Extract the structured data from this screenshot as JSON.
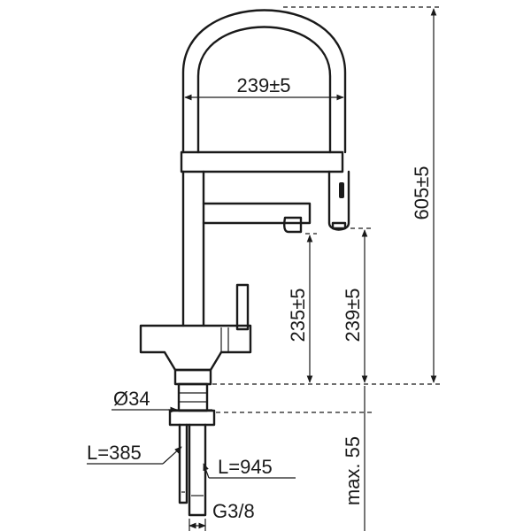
{
  "dimensions": {
    "arc_width": "239±5",
    "total_height": "605±5",
    "spout_height": "235±5",
    "outlet_height": "239±5",
    "base_diameter": "Ø34",
    "hose_short": "L=385",
    "hose_long": "L=945",
    "max_thickness": "max. 55",
    "thread": "G3/8"
  },
  "colors": {
    "line": "#1a1a1a",
    "background": "#ffffff"
  }
}
